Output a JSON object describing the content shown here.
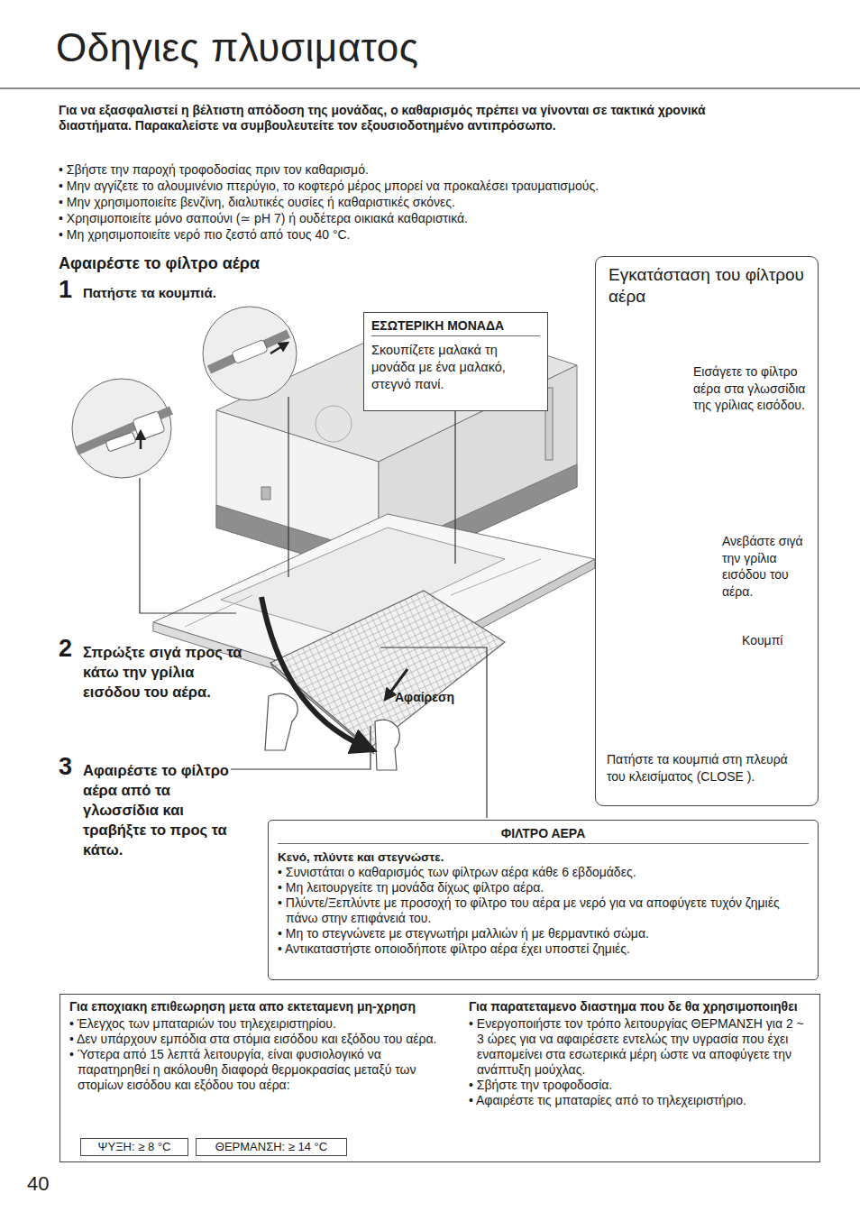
{
  "diagram": {
    "title": "Οδηγιες πλυσιματος",
    "nodes": [
      {
        "text": [
          "ΕΣΩΤΕΡΙΚΗ ΜΟΝΑΔΑ",
          "Σκουπίζετε μαλακά τη μονάδα με ένα μαλακό, στεγνό πανί."
        ]
      },
      {
        "text": [
          "Εγκατάσταση του φίλτρου αέρα",
          "Εισάγετε το φίλτρο αέρα στα γλωσσίδια της γρίλιας εισόδου.",
          "Ανεβάστε σιγά την γρίλια εισόδου του αέρα.",
          "Κουμπί",
          "Πατήστε τα κουμπιά στη πλευρά του κλεισίματος (CLOSE )."
        ]
      },
      {
        "text": [
          "ΦΙΛΤΡΟ ΑΕΡΑ",
          "Κενό, πλύντε και στεγνώστε.",
          "• Συνιστάται ο καθαρισμός των φίλτρων αέρα κάθε 6 εβδομάδες.",
          "• Μη λειτουργείτε τη μονάδα δίχως φίλτρο αέρα.",
          "• Πλύντε/Ξεπλύντε με προσοχή το φίλτρο του αέρα με νερό για να αποφύγετε τυχόν ζημιές πάνω στην επιφάνειά του.",
          "• Μη το στεγνώνετε με στεγνωτήρι μαλλιών ή με θερμαντικό σώμα.",
          "• Αντικαταστήστε οποιοδήποτε φίλτρο αέρα έχει υποστεί ζημιές."
        ]
      },
      {
        "text": [
          "Για εποχιακη επιθεωρηση μετα απο εκτεταμενη μη-χρηση",
          "• Έλεγχος των μπαταριών του τηλεχειριστηρίου.",
          "• Δεν υπάρχουν εμπόδια στα στόμια εισόδου και εξόδου του αέρα.",
          "• Ύστερα από 15 λεπτά λειτουργία, είναι φυσιολογικό να παρατηρηθεί η ακόλουθη διαφορά θερμοκρασίας μεταξύ των στομίων εισόδου και εξόδου του αέρα:"
        ]
      },
      {
        "text": [
          "ΨΥΞΗ: ≥ 8 °C"
        ],
        "in": 3
      },
      {
        "text": [
          "ΘΕΡΜΑΝΣΗ: ≥ 14 °C"
        ],
        "in": 3
      },
      {
        "text": [
          "Για παρατεταμενο διαστημα που δε θα χρησιμοποιηθει",
          "• Ενεργοποιήστε τον τρόπο λειτουργίας ΘΕΡΜΑΝΣΗ για 2 ~ 3 ώρες για να αφαιρέσετε εντελώς την υγρασία που έχει εναπομείνει στα εσωτερικά μέρη ώστε να αποφύγετε την ανάπτυξη μούχλας.",
          "• Σβήστε την τροφοδοσία.",
          "• Αφαιρέστε τις μπαταρίες από το τηλεχειριστήριο."
        ]
      }
    ],
    "labels": [
      "Για να εξασφαλιστεί η βέλτιστη απόδοση της μονάδας, ο καθαρισμός πρέπει να γίνονται σε τακτικά χρονικά διαστήματα. Παρακαλείστε να συμβουλευτείτε τον εξουσιοδοτημένο αντιπρόσωπο.",
      "• Σβήστε την παροχή τροφοδοσίας πριν τον καθαρισμό.",
      "• Μην αγγίζετε το αλουμινένιο πτερύγιο, το κοφτερό μέρος μπορεί να προκαλέσει τραυματισμούς.",
      "• Μην χρησιμοποιείτε βενζίνη, διαλυτικές ουσίες ή καθαριστικές σκόνες.",
      "• Χρησιμοποιείτε μόνο σαπούνι (≃ pH 7) ή ουδέτερα οικιακά καθαριστικά.",
      "• Μη χρησιμοποιείτε νερό πιο ζεστό από τους 40 °C.",
      "Αφαιρέστε το φίλτρο αέρα",
      "1",
      "Πατήστε τα κουμπιά.",
      "2",
      "Σπρώξτε σιγά προς τα κάτω την γρίλια εισόδου του αέρα.",
      "3",
      "Αφαιρέστε το φίλτρο αέρα από τα γλωσσίδια και τραβήξτε το προς τα κάτω.",
      "Αφαίρεση",
      "40"
    ]
  }
}
